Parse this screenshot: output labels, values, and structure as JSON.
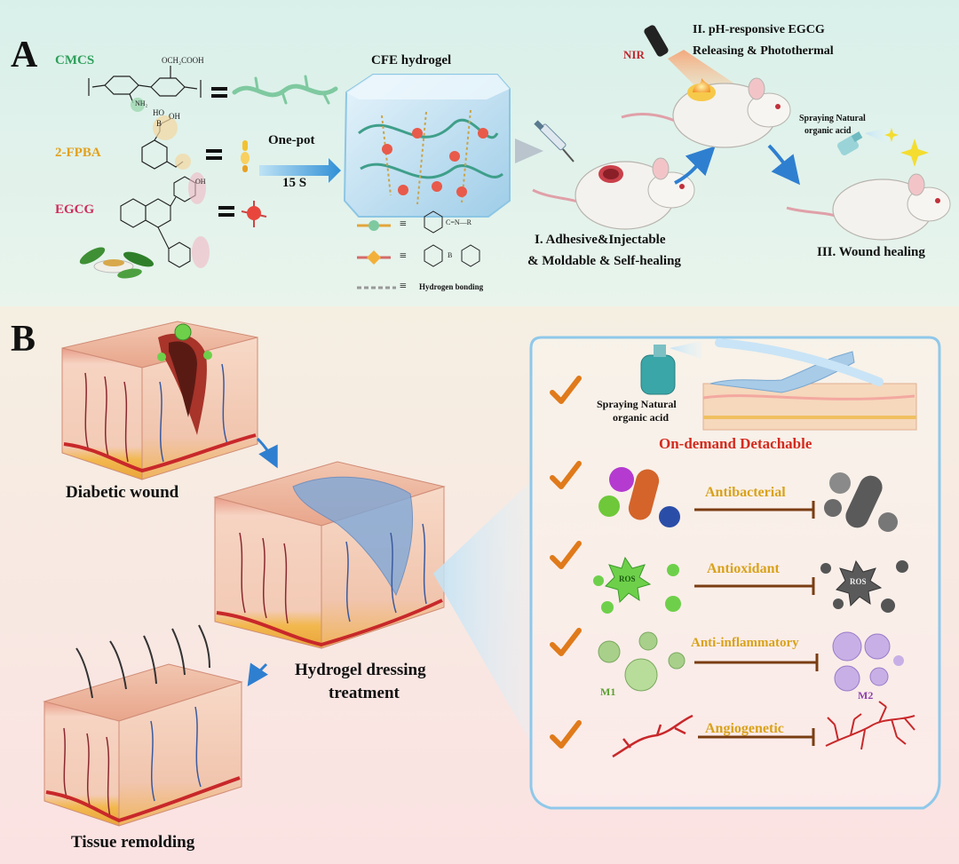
{
  "colors": {
    "panel_a_bg": "#dff2ec",
    "panel_b_bg": "#fbe6e4",
    "cmcs": "#2e9f5a",
    "fpba": "#e3a01c",
    "egcg": "#d02a5a",
    "nir": "#c0262d",
    "detach": "#d42a1e",
    "property": "#d9a21a",
    "macrophage": "#8e3fb0",
    "inhibit_line": "#7a3d12",
    "check": "#e07a1a",
    "box_border": "#8fc8ea"
  },
  "panelA": {
    "label": "A",
    "cmcs_label": "CMCS",
    "cmcs_group": "OCH₂COOH",
    "cmcs_amine": "NH₂",
    "fpba_label": "2-FPBA",
    "fpba_b": "B",
    "fpba_oh": "OH",
    "fpba_ho": "HO",
    "egcg_label": "EGCG",
    "egcg_oh": "OH",
    "equals": "=",
    "one_pot": "One-pot",
    "time": "15 S",
    "hydrogel_title": "CFE hydrogel",
    "legend_equiv": "≡",
    "legend_imine": "C=N—R",
    "legend_boronate": "B",
    "legend_hbond": "Hydrogen bonding",
    "step1_line1": "I. Adhesive&Injectable",
    "step1_line2": "& Moldable & Self-healing",
    "nir": "NIR",
    "step2_line1": "II. pH-responsive EGCG",
    "step2_line2": "Releasing & Photothermal",
    "spray_line1": "Spraying Natural",
    "spray_line2": "organic acid",
    "step3": "III. Wound healing"
  },
  "panelB": {
    "label": "B",
    "diabetic": "Diabetic wound",
    "hydrogel_line1": "Hydrogel dressing",
    "hydrogel_line2": "treatment",
    "remolding": "Tissue remolding",
    "spray_line1": "Spraying Natural",
    "spray_line2": "organic acid",
    "detach": "On-demand Detachable",
    "antibacterial": "Antibacterial",
    "antioxidant": "Antioxidant",
    "ros": "ROS",
    "anti_inflammatory": "Anti-inflammatory",
    "m1": "M1",
    "m2": "M2",
    "angiogenetic": "Angiogenetic"
  }
}
